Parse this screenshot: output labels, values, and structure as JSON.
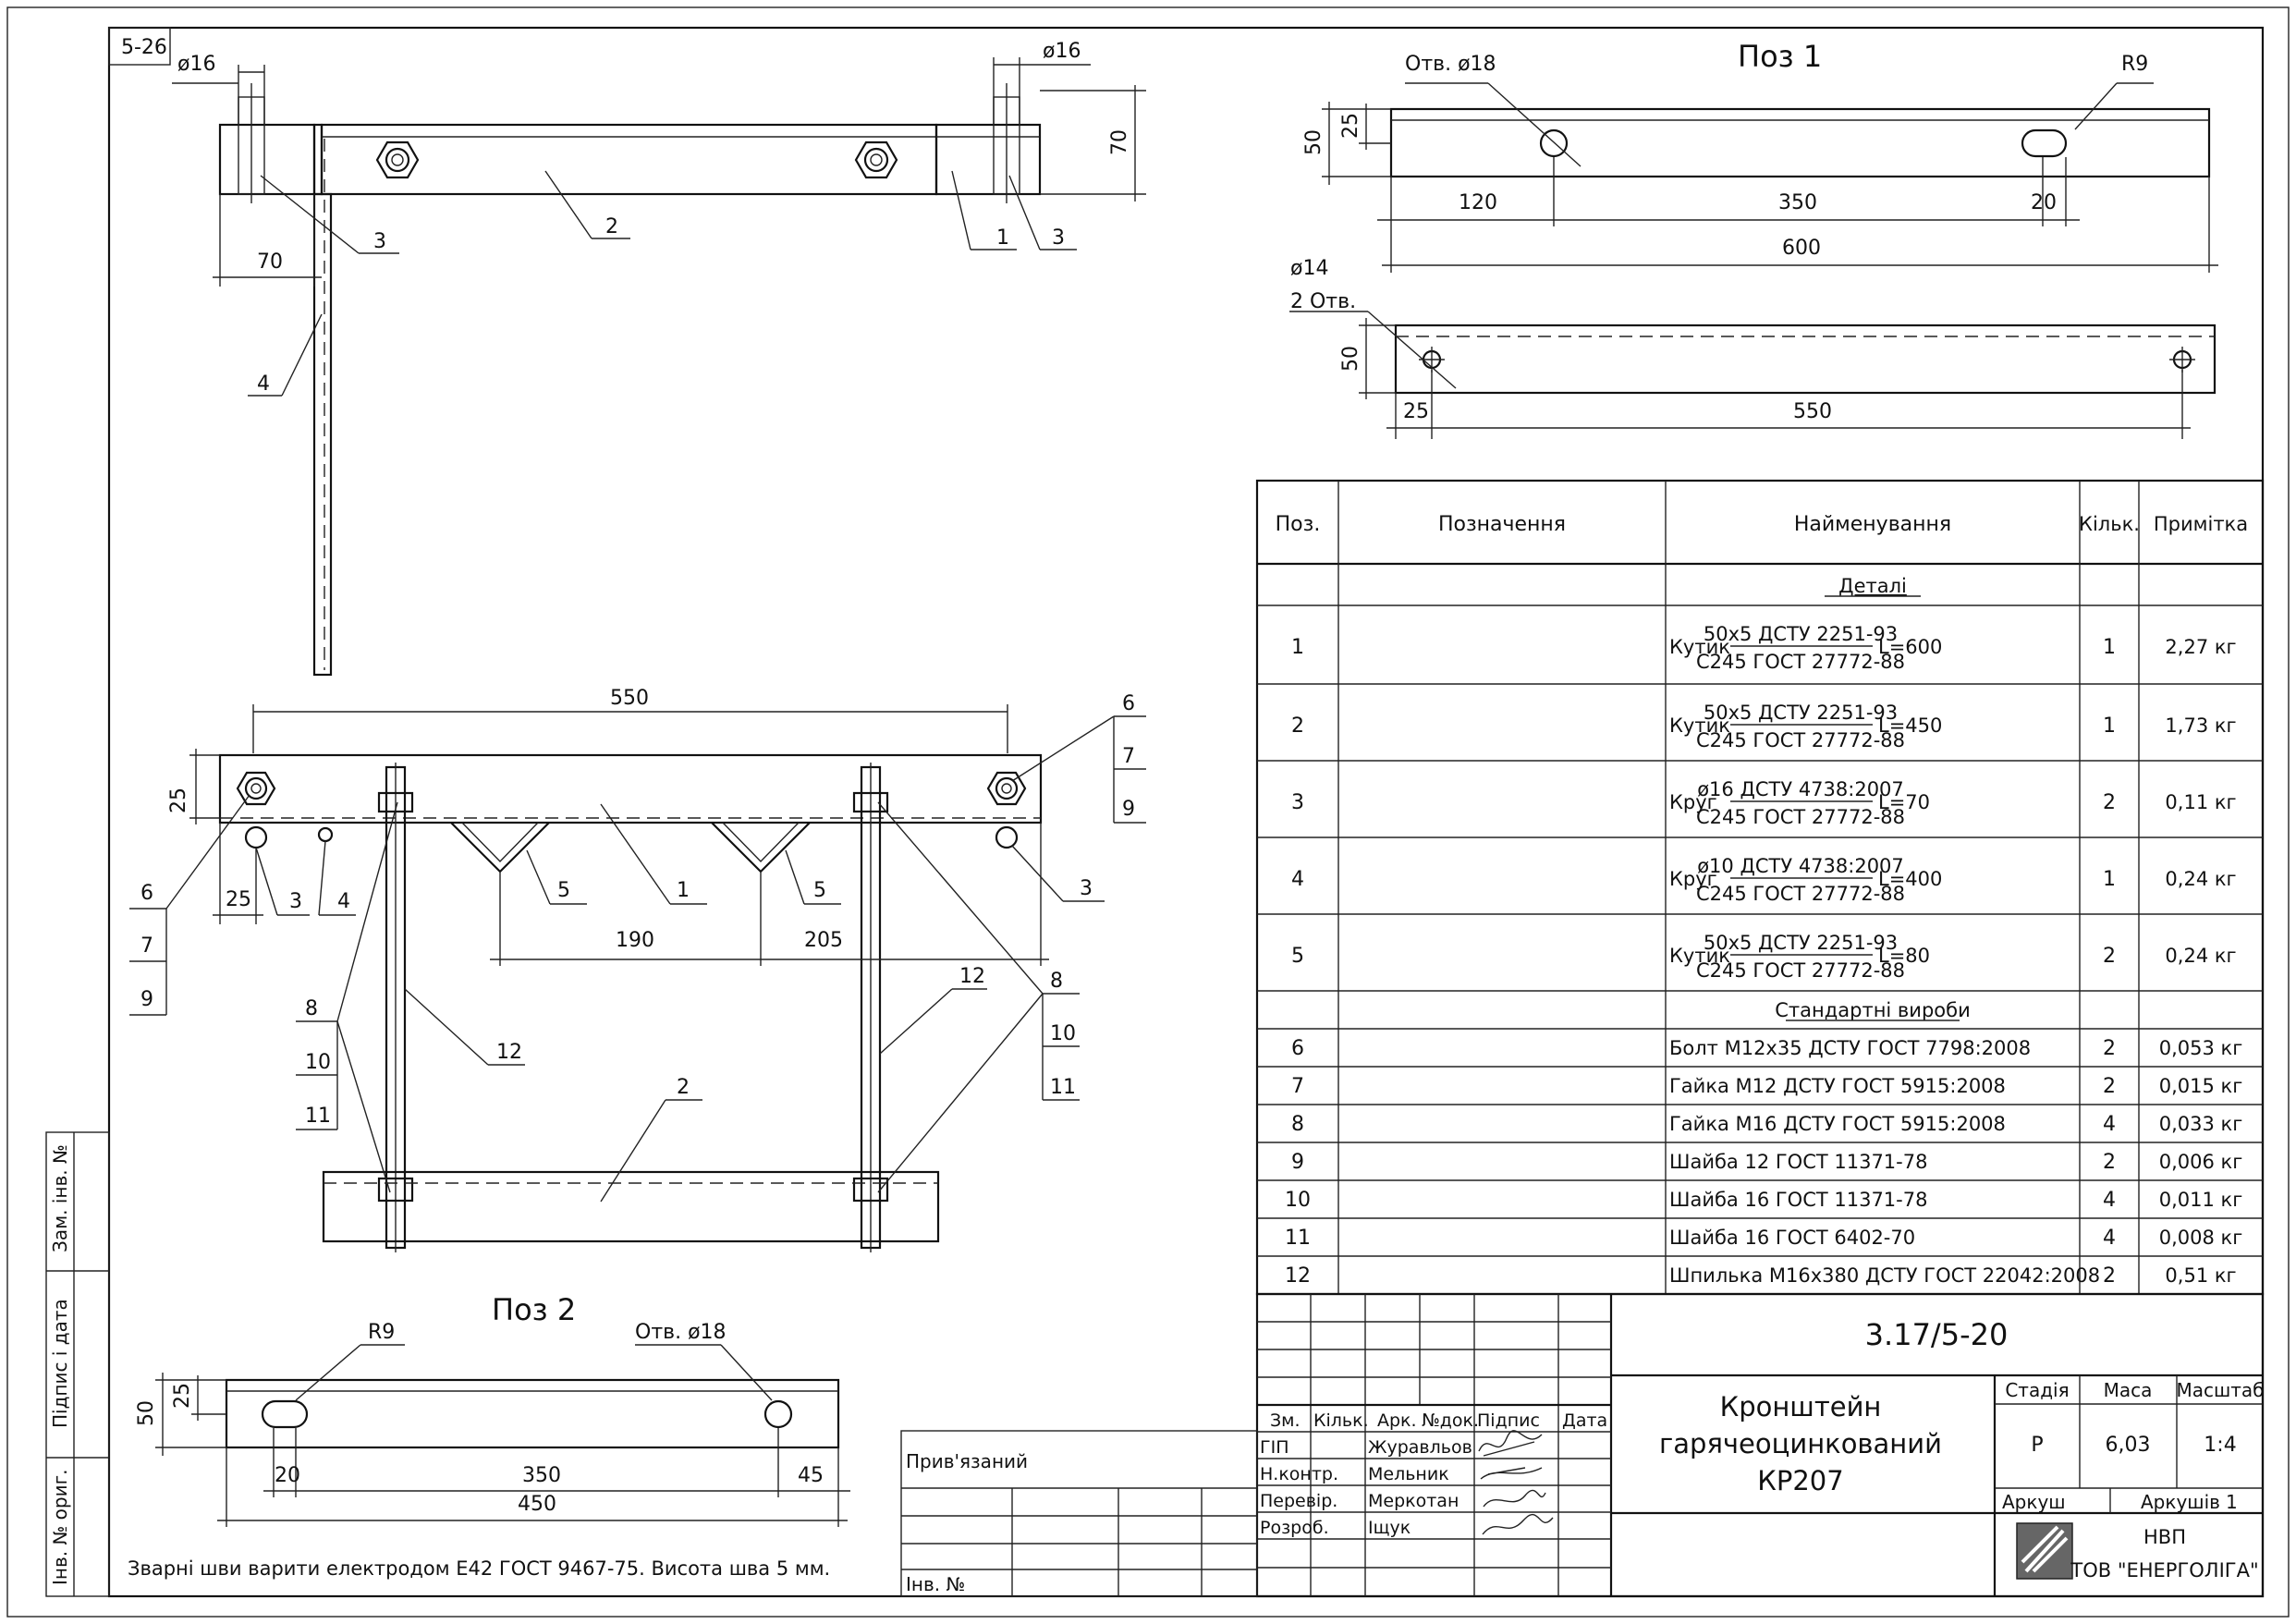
{
  "sheet_id": "5-26",
  "dims": {
    "d16_left": "ø16",
    "d16_right": "ø16",
    "h70": "70",
    "w70": "70",
    "len550_front": "550",
    "h25_front": "25",
    "e25_front": "25",
    "s190": "190",
    "s205": "205",
    "p1_hole": "Отв. ø18",
    "p1_r9": "R9",
    "p1_50": "50",
    "p1_25": "25",
    "p1_120": "120",
    "p1_350": "350",
    "p1_20": "20",
    "p1_600": "600",
    "p1b_d14": "ø14",
    "p1b_2otv": "2 Отв.",
    "p1b_50": "50",
    "p1b_25": "25",
    "p1b_550": "550",
    "p2_r9": "R9",
    "p2_hole": "Отв. ø18",
    "p2_50": "50",
    "p2_25": "25",
    "p2_20": "20",
    "p2_350": "350",
    "p2_45": "45",
    "p2_450": "450"
  },
  "views": {
    "poz1_title": "Поз 1",
    "poz2_title": "Поз 2"
  },
  "callouts": {
    "top": [
      "3",
      "2",
      "1",
      "3",
      "4"
    ],
    "front": [
      "6",
      "7",
      "9",
      "6",
      "7",
      "9",
      "3",
      "4",
      "1",
      "5",
      "5",
      "3",
      "8",
      "10",
      "11",
      "12",
      "8",
      "10",
      "11",
      "12",
      "2"
    ]
  },
  "weld_note": "Зварні шви варити електродом Е42 ГОСТ 9467-75. Висота шва 5 мм.",
  "spec": {
    "headers": [
      "Поз.",
      "Позначення",
      "Найменування",
      "Кільк.",
      "Примітка"
    ],
    "section_details": "Деталі",
    "section_standard": "Стандартні вироби",
    "fraction_rows": [
      {
        "pos": "1",
        "prefix": "Кутик",
        "top": "50х5 ДСТУ 2251-93",
        "bottom": "С245 ГОСТ 27772-88",
        "len": "L=600",
        "qty": "1",
        "note": "2,27 кг"
      },
      {
        "pos": "2",
        "prefix": "Кутик",
        "top": "50х5 ДСТУ 2251-93",
        "bottom": "С245 ГОСТ 27772-88",
        "len": "L=450",
        "qty": "1",
        "note": "1,73 кг"
      },
      {
        "pos": "3",
        "prefix": "Круг",
        "top": "ø16 ДСТУ 4738:2007",
        "bottom": "С245 ГОСТ 27772-88",
        "len": "L=70",
        "qty": "2",
        "note": "0,11 кг"
      },
      {
        "pos": "4",
        "prefix": "Круг",
        "top": "ø10 ДСТУ 4738:2007",
        "bottom": "С245 ГОСТ 27772-88",
        "len": "L=400",
        "qty": "1",
        "note": "0,24 кг"
      },
      {
        "pos": "5",
        "prefix": "Кутик",
        "top": "50х5 ДСТУ 2251-93",
        "bottom": "С245 ГОСТ 27772-88",
        "len": "L=80",
        "qty": "2",
        "note": "0,24 кг"
      }
    ],
    "simple_rows": [
      {
        "pos": "6",
        "name": "Болт М12х35 ДСТУ ГОСТ 7798:2008",
        "qty": "2",
        "note": "0,053 кг"
      },
      {
        "pos": "7",
        "name": "Гайка М12 ДСТУ ГОСТ 5915:2008",
        "qty": "2",
        "note": "0,015 кг"
      },
      {
        "pos": "8",
        "name": "Гайка М16 ДСТУ ГОСТ 5915:2008",
        "qty": "4",
        "note": "0,033 кг"
      },
      {
        "pos": "9",
        "name": "Шайба 12 ГОСТ 11371-78",
        "qty": "2",
        "note": "0,006 кг"
      },
      {
        "pos": "10",
        "name": "Шайба 16 ГОСТ 11371-78",
        "qty": "4",
        "note": "0,011 кг"
      },
      {
        "pos": "11",
        "name": "Шайба 16 ГОСТ 6402-70",
        "qty": "4",
        "note": "0,008 кг"
      },
      {
        "pos": "12",
        "name": "Шпилька М16х380 ДСТУ ГОСТ 22042:2008",
        "qty": "2",
        "note": "0,51 кг"
      }
    ]
  },
  "title_block": {
    "code": "3.17/5-20",
    "name_line1": "Кронштейн",
    "name_line2": "гарячеоцинкований",
    "name_line3": "КР207",
    "col_headers": [
      "Зм.",
      "Кільк.",
      "Арк.",
      "№док.",
      "Підпис",
      "Дата"
    ],
    "roles": [
      "ГІП",
      "Н.контр.",
      "Перевір.",
      "Розроб."
    ],
    "names": [
      "Журавльов",
      "Мельник",
      "Меркотан",
      "Іщук"
    ],
    "stage_label": "Стадія",
    "mass_label": "Маса",
    "scale_label": "Масштаб",
    "stage": "Р",
    "mass": "6,03",
    "scale": "1:4",
    "sheet_label": "Аркуш",
    "sheets_label": "Аркушів",
    "sheets_value": "1",
    "org_line1": "НВП",
    "org_line2": "ТОВ \"ЕНЕРГОЛІГА\"",
    "pryvyazanyi": "Прив'язаний",
    "inv_no": "Інв. №"
  },
  "side_labels": {
    "zam_inv": "Зам. інв. №",
    "pidpys_data": "Підпис і дата",
    "inv_orig": "Інв. № ориг."
  }
}
